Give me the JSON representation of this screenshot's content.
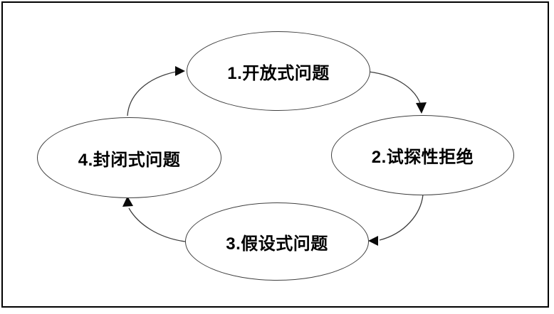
{
  "diagram": {
    "type": "cycle",
    "nodes": [
      {
        "id": "1",
        "label": "1.开放式问题"
      },
      {
        "id": "2",
        "label": "2.试探性拒绝"
      },
      {
        "id": "3",
        "label": "3.假设式问题"
      },
      {
        "id": "4",
        "label": "4.封闭式问题"
      }
    ],
    "edges": [
      {
        "from": "1.开放式问题",
        "to": "2.试探性拒绝"
      },
      {
        "from": "2.试探性拒绝",
        "to": "3.假设式问题"
      },
      {
        "from": "3.假设式问题",
        "to": "4.封闭式问题"
      },
      {
        "from": "4.封闭式问题",
        "to": "1.开放式问题"
      }
    ],
    "colors": {
      "background": "#ffffff",
      "node_fill": "#ffffff",
      "node_stroke": "#404040",
      "edge_stroke": "#404040",
      "arrowhead": "#0a0a0a",
      "text": "#000000",
      "frame_border": "#000000"
    }
  }
}
